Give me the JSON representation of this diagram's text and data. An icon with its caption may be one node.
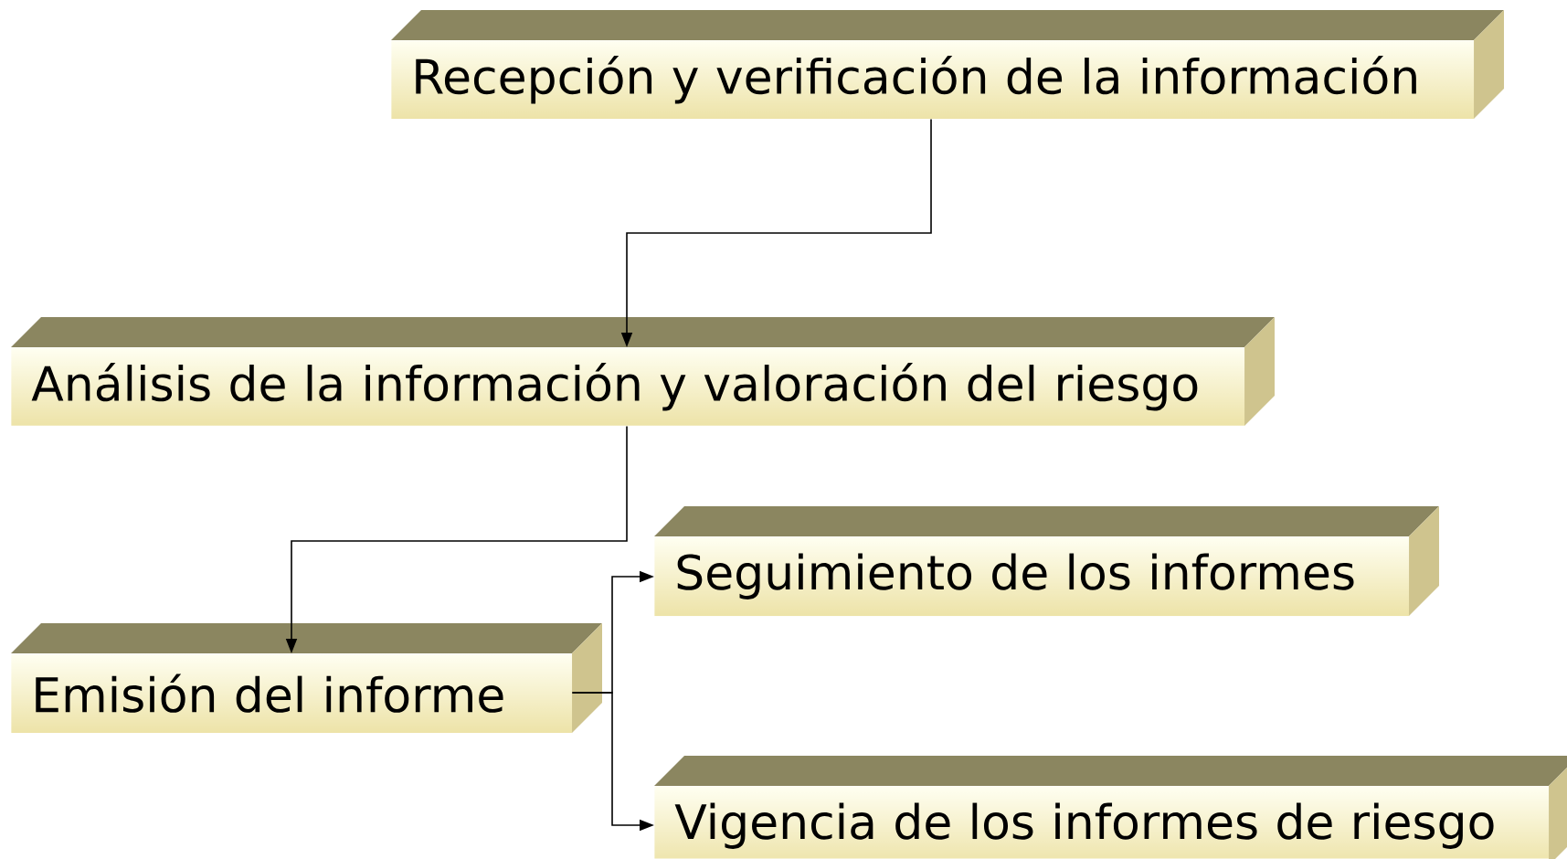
{
  "diagram": {
    "nodes": [
      {
        "text": [
          "Recepción y verificación de la información"
        ]
      },
      {
        "text": [
          "Análisis de la información y valoración del riesgo"
        ]
      },
      {
        "text": [
          "Seguimiento de los informes"
        ]
      },
      {
        "text": [
          "Emisión del informe"
        ]
      },
      {
        "text": [
          "Vigencia de los informes de riesgo"
        ]
      }
    ],
    "edges": [
      {
        "from": 0,
        "to": 1,
        "arrow": "to"
      },
      {
        "from": 1,
        "to": 3,
        "arrow": "to"
      },
      {
        "from": 3,
        "to": 2,
        "arrow": "to"
      },
      {
        "from": 3,
        "to": 4,
        "arrow": "to"
      }
    ]
  }
}
